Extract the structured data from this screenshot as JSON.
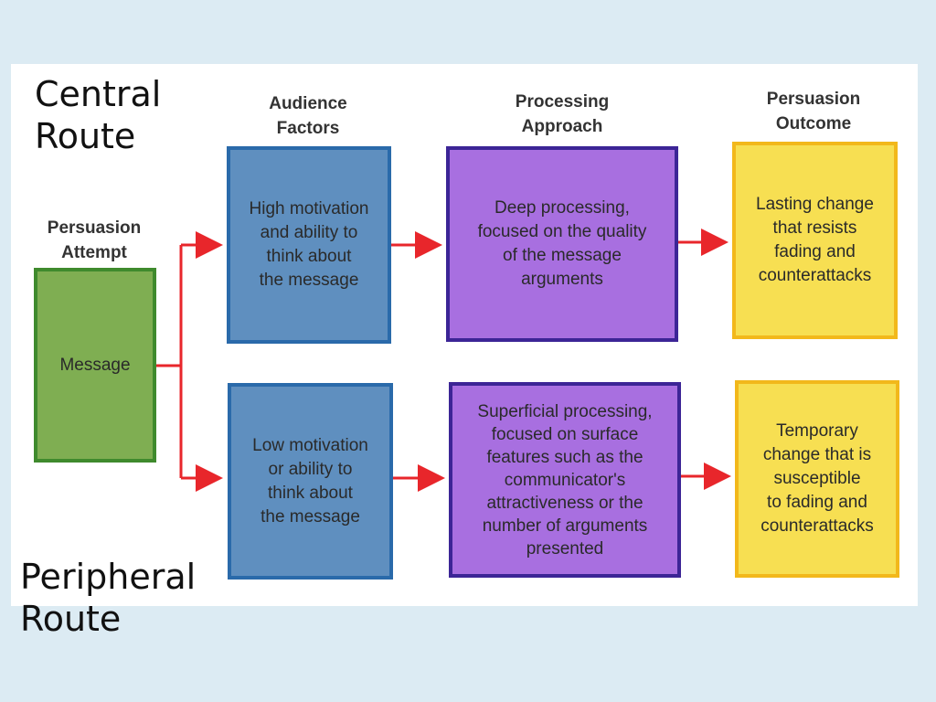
{
  "labels": {
    "central_route": "Central\nRoute",
    "peripheral_route": "Peripheral\nRoute"
  },
  "columns": {
    "attempt": "Persuasion\nAttempt",
    "audience": "Audience\nFactors",
    "processing": "Processing\nApproach",
    "outcome": "Persuasion\nOutcome"
  },
  "message": "Message",
  "central": {
    "audience": "High motivation\nand ability to\nthink about\nthe message",
    "processing": "Deep processing,\nfocused on the quality\nof the message\narguments",
    "outcome": "Lasting change\nthat resists\nfading and\ncounterattacks"
  },
  "peripheral": {
    "audience": "Low motivation\nor ability to\nthink about\nthe message",
    "processing": "Superficial processing,\nfocused on surface\nfeatures such as the\ncommunicator's\nattractiveness or the\nnumber of arguments\npresented",
    "outcome": "Temporary\nchange that is\nsusceptible\nto fading and\ncounterattacks"
  },
  "colors": {
    "background": "#dcebf3",
    "message_fill": "#7fae52",
    "audience_fill": "#5f8fbf",
    "processing_fill": "#a86fe0",
    "outcome_fill": "#f7df52",
    "arrow": "#e8262b"
  }
}
